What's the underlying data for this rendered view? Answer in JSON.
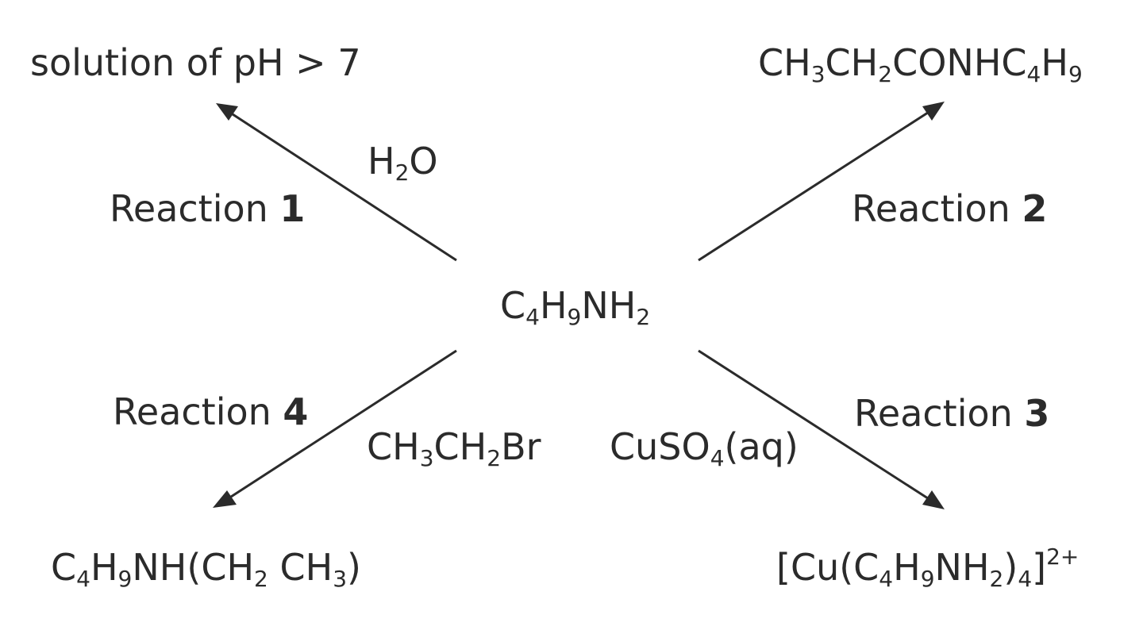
{
  "center": {
    "parts": [
      "C",
      "4",
      "H",
      "9",
      "NH",
      "2"
    ]
  },
  "reactions": [
    {
      "name": "Reaction",
      "number": "1",
      "reagent": [
        "H",
        "2",
        "O"
      ],
      "product": "solution of pH  > 7"
    },
    {
      "name": "Reaction",
      "number": "2",
      "product": [
        "CH",
        "3",
        "CH",
        "2",
        "CONHC",
        "4",
        "H",
        "9"
      ]
    },
    {
      "name": "Reaction",
      "number": "3",
      "reagent": [
        "CuSO",
        "4",
        "(aq)"
      ],
      "product": [
        "[Cu(C",
        "4",
        "H",
        "9",
        "NH",
        "2",
        ")",
        "4",
        "]",
        "2+"
      ]
    },
    {
      "name": "Reaction",
      "number": "4",
      "reagent": [
        "CH",
        "3",
        "CH",
        "2",
        "Br"
      ],
      "product": [
        "C",
        "4",
        "H",
        "9",
        "NH(CH",
        "2",
        " CH",
        "3",
        ")"
      ]
    }
  ],
  "colors": {
    "text": "#2b2b2b",
    "arrow": "#2b2b2b",
    "background": "#ffffff"
  }
}
